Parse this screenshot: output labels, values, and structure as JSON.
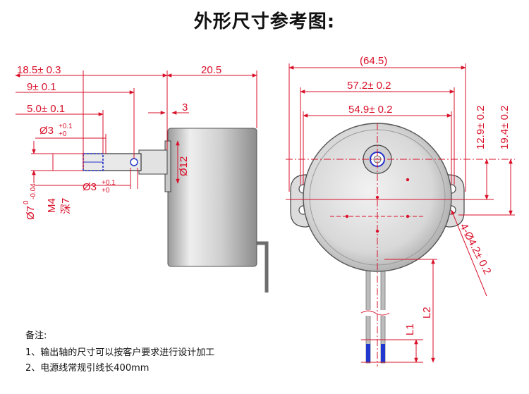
{
  "title": "外形尺寸参考图:",
  "side_view": {
    "dim_18_5": "18.5± 0.3",
    "dim_20_5": "20.5",
    "dim_9": "9± 0.1",
    "dim_5": "5.0± 0.1",
    "dim_3": "3",
    "dim_phi3_top": "Ø3",
    "tol_plus": "+0.1",
    "tol_zero": "+0",
    "dim_phi12": "Ø12",
    "dim_phi3_bottom": "Ø3",
    "dim_phi7": "Ø7",
    "tol_phi7": "-0.04",
    "tol_phi7_zero": "0",
    "thread_m4": "M4",
    "thread_depth": "深7"
  },
  "front_view": {
    "dim_64_5": "(64.5)",
    "dim_57_2": "57.2± 0.2",
    "dim_54_9": "54.9± 0.2",
    "dim_12_9": "12.9± 0.2",
    "dim_19_4": "19.4± 0.2",
    "dim_holes": "4-Ø4.2± 0.2",
    "dim_l1": "L1",
    "dim_l2": "L2"
  },
  "notes": {
    "heading": "备注:",
    "line1": "1、输出轴的尺寸可以按客户要求进行设计加工",
    "line2": "2、电源线常规引线长400mm"
  }
}
